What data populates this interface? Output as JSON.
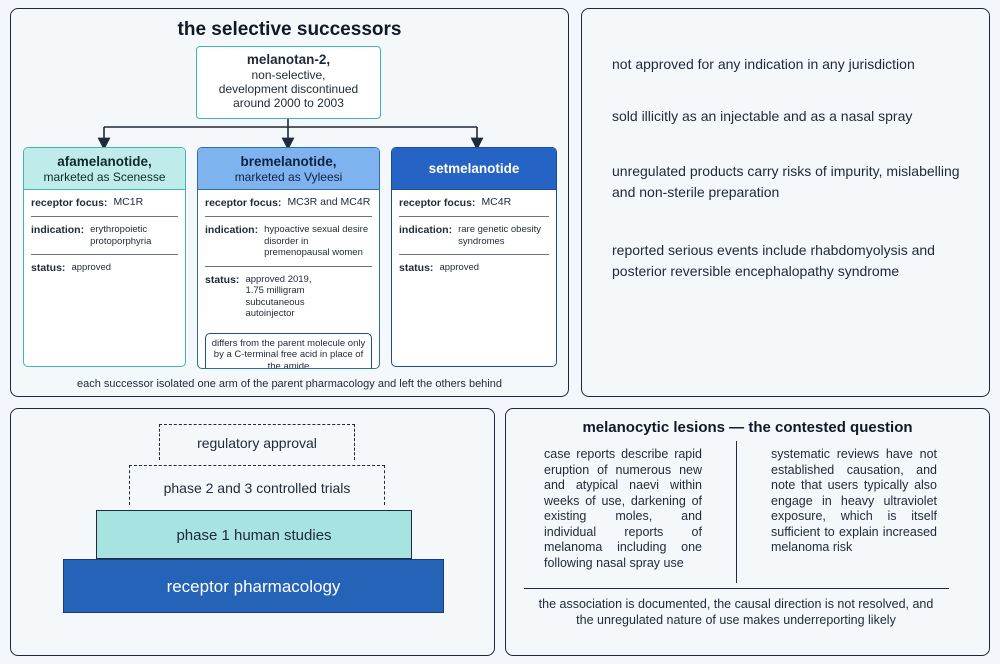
{
  "successors_panel": {
    "title": "the selective successors",
    "parent": {
      "name": "melanotan-2,",
      "lines": [
        "non-selective,",
        "development discontinued",
        "around 2000 to 2003"
      ]
    },
    "drugs": [
      {
        "name": "afamelanotide,",
        "subtitle": "marketed as Scenesse",
        "receptor_label": "receptor focus:",
        "receptor": "MC1R",
        "indication_label": "indication:",
        "indication": "erythropoietic protoporphyria",
        "status_label": "status:",
        "status": "approved"
      },
      {
        "name": "bremelanotide,",
        "subtitle": "marketed as Vyleesi",
        "receptor_label": "receptor focus:",
        "receptor": "MC3R and MC4R",
        "indication_label": "indication:",
        "indication": "hypoactive sexual desire disorder in premenopausal women",
        "status_label": "status:",
        "status": "approved 2019, 1.75 milligram subcutaneous autoinjector",
        "note": "differs from the parent molecule only by a C-terminal free acid in place of the amide"
      },
      {
        "name": "setmelanotide",
        "receptor_label": "receptor focus:",
        "receptor": "MC4R",
        "indication_label": "indication:",
        "indication": "rare genetic obesity syndromes",
        "status_label": "status:",
        "status": "approved"
      }
    ],
    "footnote": "each successor isolated one arm of the parent pharmacology and left the others behind"
  },
  "risks_panel": {
    "items": [
      "not approved for any indication in any jurisdiction",
      "sold illicitly as an injectable and as a nasal spray",
      "unregulated products carry risks of impurity, mislabelling and non-sterile preparation",
      "reported serious events include rhabdomyolysis and posterior reversible encephalopathy syndrome"
    ]
  },
  "pyramid_panel": {
    "tiers": [
      "regulatory approval",
      "phase 2 and 3 controlled trials",
      "phase 1 human studies",
      "receptor pharmacology"
    ]
  },
  "lesions_panel": {
    "title": "melanocytic lesions — the contested question",
    "left": "case reports describe rapid eruption of numerous new and atypical naevi within weeks of use, darkening of existing moles, and individual reports of melanoma including one following nasal spray use",
    "right": "systematic reviews have not established causation, and note that users typically also engage in heavy ultraviolet exposure, which is itself sufficient to explain increased melanoma risk",
    "conclusion": "the association is documented, the causal direction is not resolved, and the unregulated nature of use makes underreporting likely"
  }
}
